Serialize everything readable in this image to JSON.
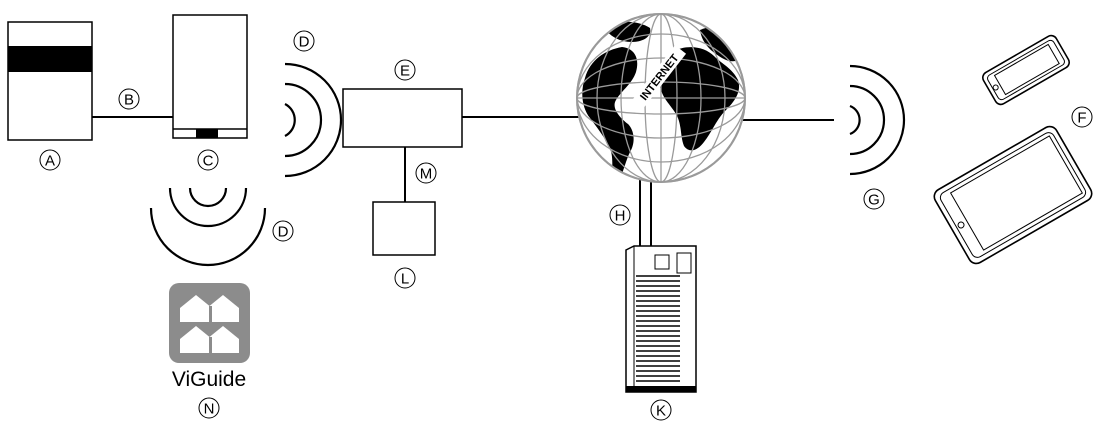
{
  "labels": {
    "a": "A",
    "b": "B",
    "c": "C",
    "d": "D",
    "d2": "D",
    "e": "E",
    "f": "F",
    "g": "G",
    "h": "H",
    "k": "K",
    "l": "L",
    "m": "M",
    "n": "N"
  },
  "globe_text": "INTERNET",
  "app": {
    "name": "ViGuide",
    "icon": "four-houses-icon",
    "icon_color": "#8c8c8c"
  }
}
